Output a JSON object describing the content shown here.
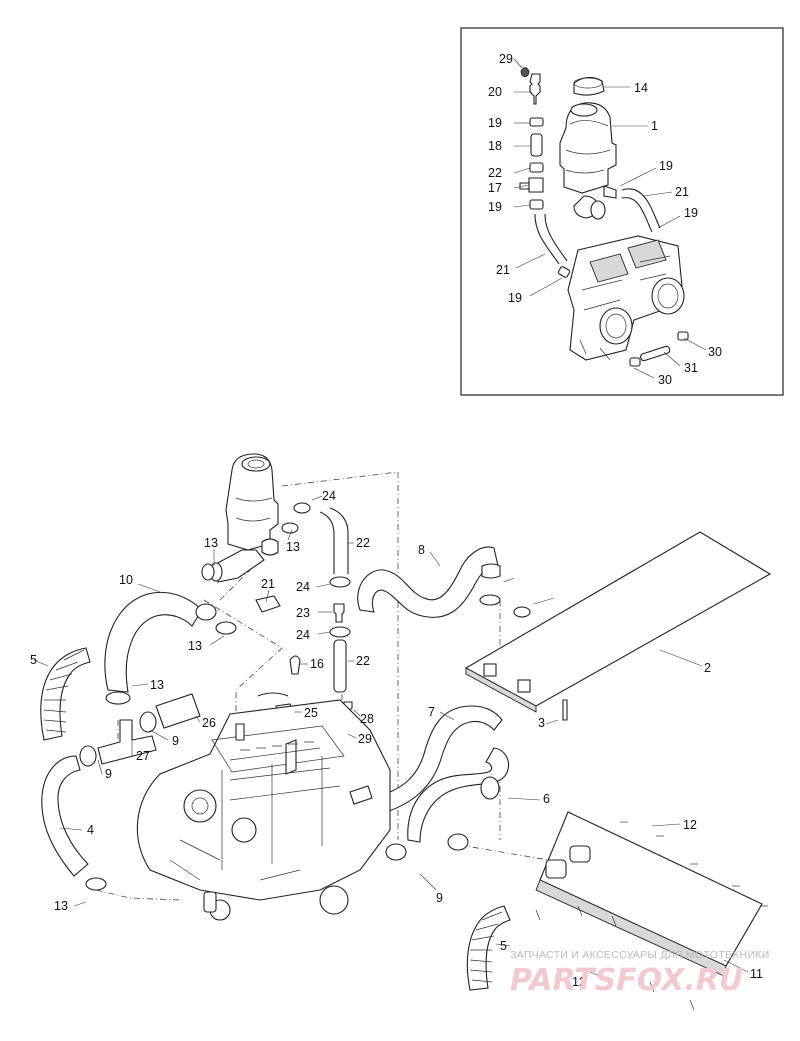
{
  "diagram": {
    "callouts_inset": [
      "29",
      "20",
      "14",
      "1",
      "19",
      "18",
      "22",
      "17",
      "19",
      "19",
      "21",
      "19",
      "21",
      "19",
      "30",
      "31",
      "30"
    ],
    "callouts_main": [
      "24",
      "22",
      "13",
      "8",
      "10",
      "21",
      "13",
      "13",
      "24",
      "23",
      "22",
      "24",
      "16",
      "2",
      "5",
      "13",
      "28",
      "25",
      "7",
      "3",
      "29",
      "9",
      "27",
      "26",
      "9",
      "4",
      "6",
      "12",
      "13",
      "9",
      "5",
      "11",
      "12"
    ]
  },
  "watermark": {
    "caption": "ЗАПЧАСТИ И АКСЕССУАРЫ ДЛЯ МОТОТЕХНИКИ",
    "logo_text": "PARTSFOX.RU"
  }
}
